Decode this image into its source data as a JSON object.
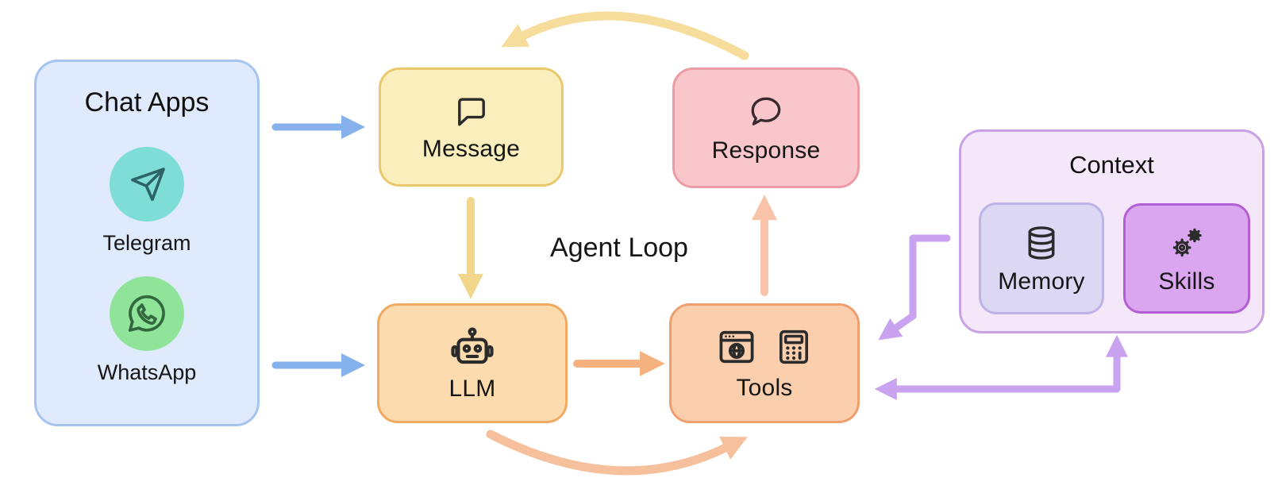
{
  "diagram_title": "Agent Loop",
  "labels": {
    "agent_loop": "Agent Loop"
  },
  "nodes": {
    "chat_apps": {
      "title": "Chat Apps",
      "fill": "#dfeafc",
      "border": "#a5c5f0",
      "items": [
        {
          "label": "Telegram",
          "icon": "telegram-icon",
          "icon_bg": "#7eddd6",
          "icon_stroke": "#2d6367"
        },
        {
          "label": "WhatsApp",
          "icon": "whatsapp-icon",
          "icon_bg": "#8fe49a",
          "icon_stroke": "#33683e"
        }
      ]
    },
    "message": {
      "label": "Message",
      "icon": "chat-bubble-square-icon",
      "fill": "#faeebd",
      "border": "#e9c96c"
    },
    "response": {
      "label": "Response",
      "icon": "chat-bubble-round-icon",
      "fill": "#f9c6cb",
      "border": "#ec9ca4"
    },
    "llm": {
      "label": "LLM",
      "icon": "robot-icon",
      "fill": "#fcdcae",
      "border": "#f2aa62"
    },
    "tools": {
      "label": "Tools",
      "icons": [
        "browser-globe-icon",
        "calculator-icon"
      ],
      "fill": "#fbcfad",
      "border": "#ef9e6e"
    },
    "context": {
      "title": "Context",
      "fill": "#f5e7fa",
      "border": "#c9a2e5",
      "children": [
        {
          "label": "Memory",
          "icon": "database-icon",
          "fill": "#dcd7f3",
          "border": "#bdb3e6"
        },
        {
          "label": "Skills",
          "icon": "gears-icon",
          "fill": "#d9a6ef",
          "border": "#b45ed6"
        }
      ]
    }
  },
  "arrows": [
    {
      "from": "chat-apps",
      "to": "message",
      "style": "straight",
      "color": "#85b1ed"
    },
    {
      "from": "chat-apps",
      "to": "llm",
      "style": "straight",
      "color": "#85b1ed"
    },
    {
      "from": "message",
      "to": "llm",
      "style": "straight",
      "color": "#f2d68c"
    },
    {
      "from": "llm",
      "to": "tools",
      "style": "straight",
      "color": "#f6b27e"
    },
    {
      "from": "tools",
      "to": "response",
      "style": "straight",
      "color": "#f8c3a8"
    },
    {
      "from": "response",
      "to": "message",
      "style": "curved",
      "color": "#f8e2a4"
    },
    {
      "from": "llm",
      "to": "tools",
      "style": "curved",
      "color": "#f6c09c"
    },
    {
      "from": "context",
      "to": "tools",
      "style": "elbow",
      "color": "#c9a3f0"
    },
    {
      "from": "context",
      "to": "tools",
      "style": "elbow-double",
      "color": "#c9a3f0"
    }
  ]
}
